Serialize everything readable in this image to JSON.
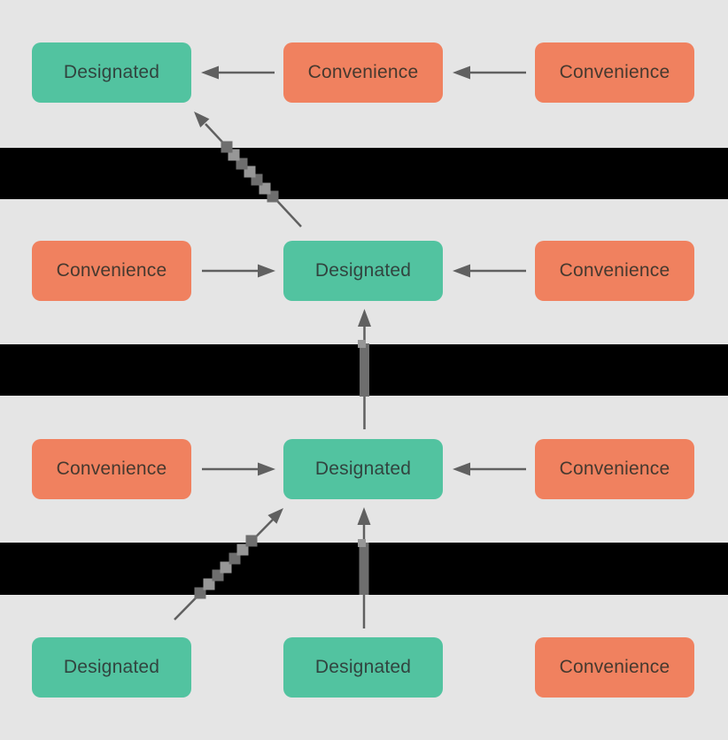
{
  "diagram": {
    "nodes": [
      {
        "id": "r1-left",
        "row": 1,
        "col": "left",
        "type": "designated",
        "label": "Designated"
      },
      {
        "id": "r1-center",
        "row": 1,
        "col": "center",
        "type": "convenience",
        "label": "Convenience"
      },
      {
        "id": "r1-right",
        "row": 1,
        "col": "right",
        "type": "convenience",
        "label": "Convenience"
      },
      {
        "id": "r2-left",
        "row": 2,
        "col": "left",
        "type": "convenience",
        "label": "Convenience"
      },
      {
        "id": "r2-center",
        "row": 2,
        "col": "center",
        "type": "designated",
        "label": "Designated"
      },
      {
        "id": "r2-right",
        "row": 2,
        "col": "right",
        "type": "convenience",
        "label": "Convenience"
      },
      {
        "id": "r3-left",
        "row": 3,
        "col": "left",
        "type": "convenience",
        "label": "Convenience"
      },
      {
        "id": "r3-center",
        "row": 3,
        "col": "center",
        "type": "designated",
        "label": "Designated"
      },
      {
        "id": "r3-right",
        "row": 3,
        "col": "right",
        "type": "convenience",
        "label": "Convenience"
      },
      {
        "id": "r4-left",
        "row": 4,
        "col": "left",
        "type": "designated",
        "label": "Designated"
      },
      {
        "id": "r4-center",
        "row": 4,
        "col": "center",
        "type": "designated",
        "label": "Designated"
      },
      {
        "id": "r4-right",
        "row": 4,
        "col": "right",
        "type": "convenience",
        "label": "Convenience"
      }
    ],
    "edges": [
      {
        "from": "r1-center",
        "to": "r1-left",
        "style": "thin-horizontal"
      },
      {
        "from": "r1-right",
        "to": "r1-center",
        "style": "thin-horizontal"
      },
      {
        "from": "r2-center",
        "to": "r1-left",
        "style": "glitch-thick-diagonal"
      },
      {
        "from": "r2-left",
        "to": "r2-center",
        "style": "thin-horizontal"
      },
      {
        "from": "r2-right",
        "to": "r2-center",
        "style": "thin-horizontal"
      },
      {
        "from": "r3-center",
        "to": "r2-center",
        "style": "thick-banded-vertical"
      },
      {
        "from": "r3-left",
        "to": "r3-center",
        "style": "thin-horizontal"
      },
      {
        "from": "r3-right",
        "to": "r3-center",
        "style": "thin-horizontal"
      },
      {
        "from": "r4-center",
        "to": "r3-center",
        "style": "thick-banded-vertical"
      },
      {
        "from": "r4-left",
        "to": "r3-center",
        "style": "glitch-thick-diagonal"
      },
      {
        "from": "r4-right",
        "to": "r4-center",
        "style": "thin-horizontal"
      }
    ],
    "redacted_bands_count": 3
  },
  "colors": {
    "background": "#e5e5e5",
    "band": "#000000",
    "designated_fill": "#52c3a0",
    "convenience_fill": "#f0815f",
    "designated_text": "#31443f",
    "convenience_text": "#46392f",
    "arrow": "#606060",
    "arrow_thick": "#6e6e6e",
    "arrow_glitch_light": "#979797"
  }
}
